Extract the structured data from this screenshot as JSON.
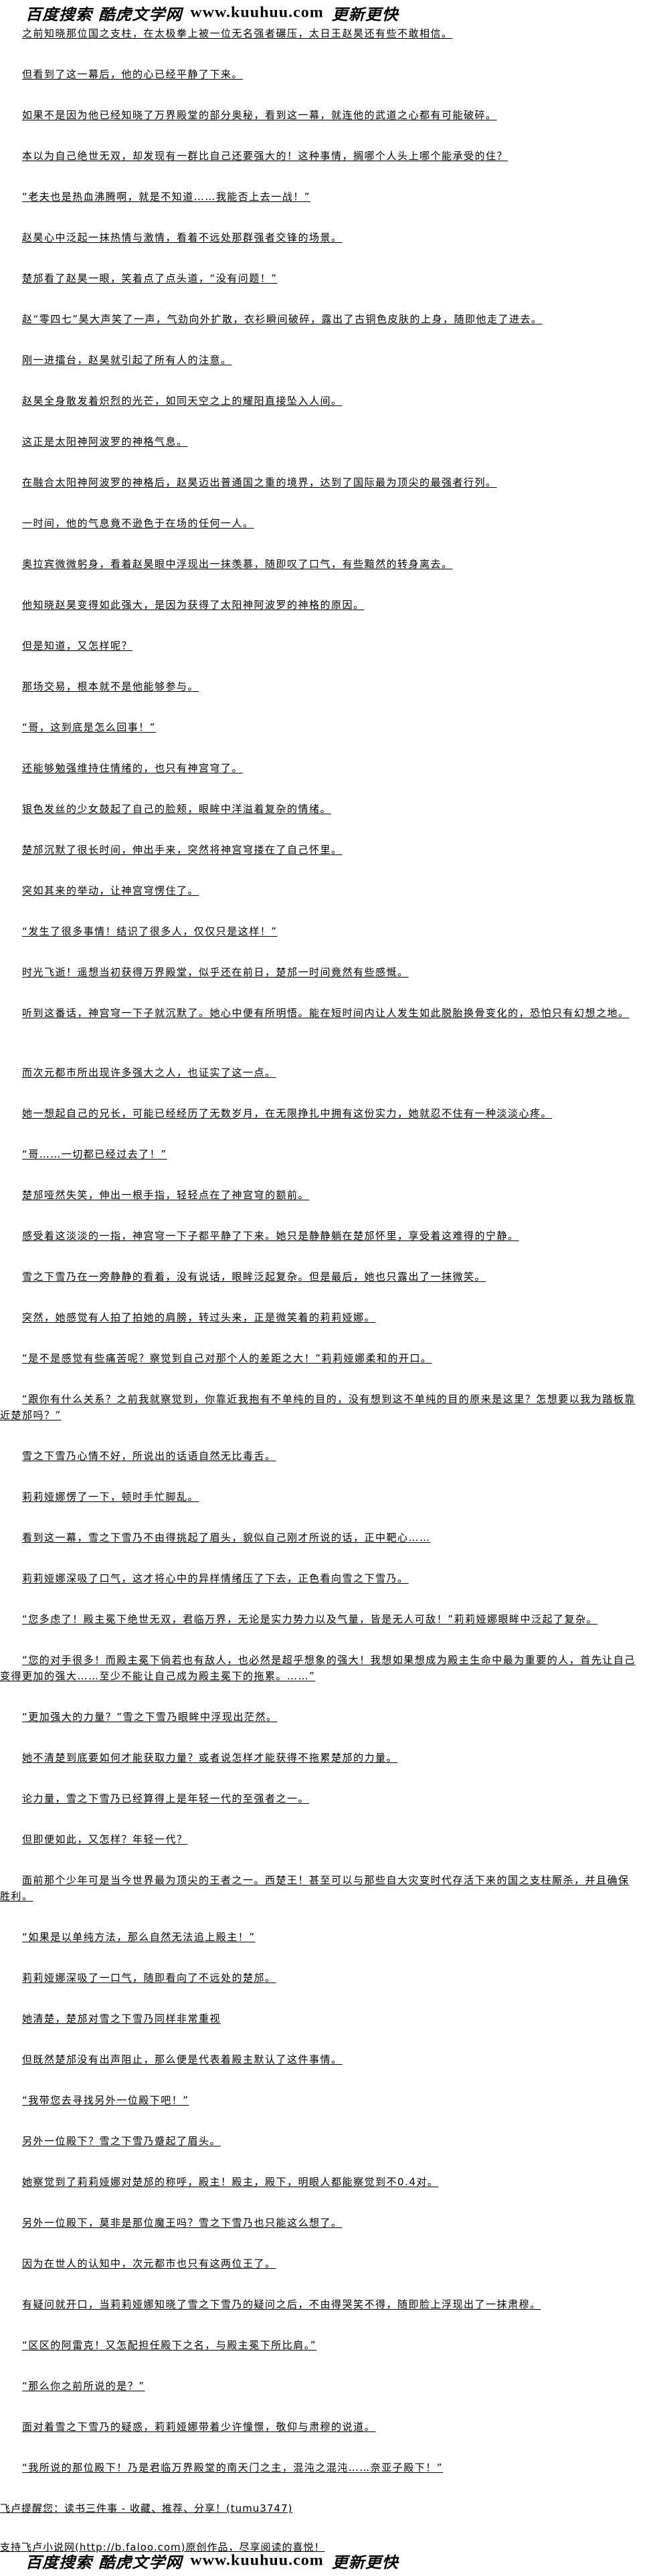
{
  "header": {
    "logo_brand": "百度搜索 酷虎文学网",
    "logo_url": "www.kuuhuu.com",
    "logo_slogan": "更新更快"
  },
  "paragraphs": [
    "之前知晓那位国之支柱，在太极拳上被一位无名强者碾压，太日王赵昊还有些不敢相信。",
    "但看到了这一幕后，他的心已经平静了下来。",
    "如果不是因为他已经知晓了万界殿堂的部分奥秘，看到这一幕，就连他的武道之心都有可能破碎。",
    "本以为自己绝世无双，却发现有一群比自己还要强大的！这种事情，搁哪个人头上哪个能承受的住？",
    "“老夫也是热血沸腾啊，就是不知道……我能否上去一战！”",
    "赵昊心中泛起一抹热情与激情，看着不远处那群强者交锋的场景。",
    "楚邡看了赵昊一眼，笑着点了点头道，“没有问题！”",
    "赵“零四七”昊大声笑了一声，气劲向外扩散，衣衫瞬间破碎，露出了古铜色皮肤的上身，随即他走了进去。",
    "刚一进擂台，赵昊就引起了所有人的注意。",
    "赵昊全身散发着炽烈的光芒，如同天空之上的耀阳直接坠入人间。",
    "这正是太阳神阿波罗的神格气息。",
    "在融合太阳神阿波罗的神格后，赵昊迈出普通国之重的境界，达到了国际最为顶尖的最强者行列。",
    "一时间，他的气息竟不逊色于在场的任何一人。",
    "奥拉宾微微躬身，看着赵昊眼中浮现出一抹羡慕，随即叹了口气，有些黯然的转身离去。",
    "他知晓赵昊变得如此强大，是因为获得了太阳神阿波罗的神格的原因。",
    "但是知道，又怎样呢？",
    "那场交易，根本就不是他能够参与。",
    "“哥，这到底是怎么回事！”",
    "还能够勉强维持住情绪的，也只有神宫穹了。",
    "银色发丝的少女鼓起了自己的脸颊，眼眸中洋溢着复杂的情绪。",
    "楚邡沉默了很长时间，伸出手来，突然将神宫穹搂在了自己怀里。",
    "突如其来的举动，让神宫穹愣住了。",
    "“发生了很多事情！结识了很多人，仅仅只是这样！”",
    "时光飞逝！遥想当初获得万界殿堂，似乎还在前日，楚邡一时间竟然有些感慨。",
    "听到这番话，神宫穹一下子就沉默了。她心中便有所明悟。能在短时间内让人发生如此脱胎换骨变化的，恐怕只有幻想之地。",
    "而次元都市所出现许多强大之人，也证实了这一点。",
    "她一想起自己的兄长，可能已经经历了无数岁月，在无限挣扎中拥有这份实力，她就忍不住有一种淡淡心疼。",
    "“哥……一切都已经过去了！”",
    "楚邡哑然失笑，伸出一根手指，轻轻点在了神宫穹的额前。",
    "感受着这淡淡的一指，神宫穹一下子都平静了下来。她只是静静躺在楚邡怀里，享受着这难得的宁静。",
    "雪之下雪乃在一旁静静的看着，没有说话，眼眸泛起复杂。但是最后，她也只露出了一抹微笑。",
    "突然，她感觉有人拍了拍她的肩膀，转过头来，正是微笑着的莉莉娅娜。",
    "“是不是感觉有些痛苦呢？察觉到自己对那个人的差距之大！”莉莉娅娜柔和的开口。",
    "“跟你有什么关系？之前我就察觉到，你靠近我抱有不单纯的目的，没有想到这不单纯的目的原来是这里？怎想要以我为踏板靠近楚邡吗？”",
    "雪之下雪乃心情不好，所说出的话语自然无比毒舌。",
    "莉莉娅娜愣了一下，顿时手忙脚乱。",
    "看到这一幕，雪之下雪乃不由得挑起了眉头，貌似自己刚才所说的话，正中靶心……",
    "莉莉娅娜深吸了口气，这才将心中的异样情绪压了下去，正色看向雪之下雪乃。",
    "“您多虑了！殿主冕下绝世无双，君临万界，无论是实力势力以及气量，皆是无人可敌！”莉莉娅娜眼眸中泛起了复杂。",
    "“您的对手很多！而殿主冕下倘若也有敌人，也必然是超乎想象的强大！我想如果想成为殿主生命中最为重要的人，首先让自己变得更加的强大……至少不能让自己成为殿主冕下的拖累。……”",
    "“更加强大的力量？”雪之下雪乃眼眸中浮现出茫然。",
    "她不清楚到底要如何才能获取力量？或者说怎样才能获得不拖累楚邡的力量。",
    "论力量，雪之下雪乃已经算得上是年轻一代的至强者之一。",
    "但即便如此，又怎样？年轻一代？",
    "面前那个少年可是当今世界最为顶尖的王者之一。西楚王！甚至可以与那些自大灾变时代存活下来的国之支柱厮杀，并且确保胜利。",
    "“如果是以单纯方法，那么自然无法追上殿主！”",
    "莉莉娅娜深吸了一口气，随即看向了不远处的楚邡。",
    "她清楚，楚邡对雪之下雪乃同样非常重视",
    "但既然楚邡没有出声阻止，那么便是代表着殿主默认了这件事情。",
    "“我带您去寻找另外一位殿下吧！”",
    "另外一位殿下？雪之下雪乃蹙起了眉头。",
    "她察觉到了莉莉娅娜对楚邡的称呼，殿主！殿主，殿下，明眼人都能察觉到不0.4对。",
    "另外一位殿下，莫非是那位魔王吗？雪之下雪乃也只能这么想了。",
    "因为在世人的认知中，次元都市也只有这两位王了。",
    "有疑问就开口，当莉莉娅娜知晓了雪之下雪乃的疑问之后，不由得哭笑不得，随即脸上浮现出了一抹肃穆。",
    "“区区的阿雷克！又怎配担任殿下之名，与殿主冕下所比肩。”",
    "“那么你之前所说的是？”",
    "面对着雪之下雪乃的疑惑，莉莉娅娜带着少许憧憬，敬仰与肃穆的说道。",
    "“我所说的那位殿下！乃是君临万界殿堂的南天门之主，混沌之混沌……奈亚子殿下！”"
  ],
  "footer": {
    "reminder": "飞卢提醒您：读书三件事 - 收藏、推荐、分享！(tumu3747)",
    "support": "支持飞卢小说网(http://b.faloo.com)原创作品，尽享阅读的喜悦！"
  }
}
